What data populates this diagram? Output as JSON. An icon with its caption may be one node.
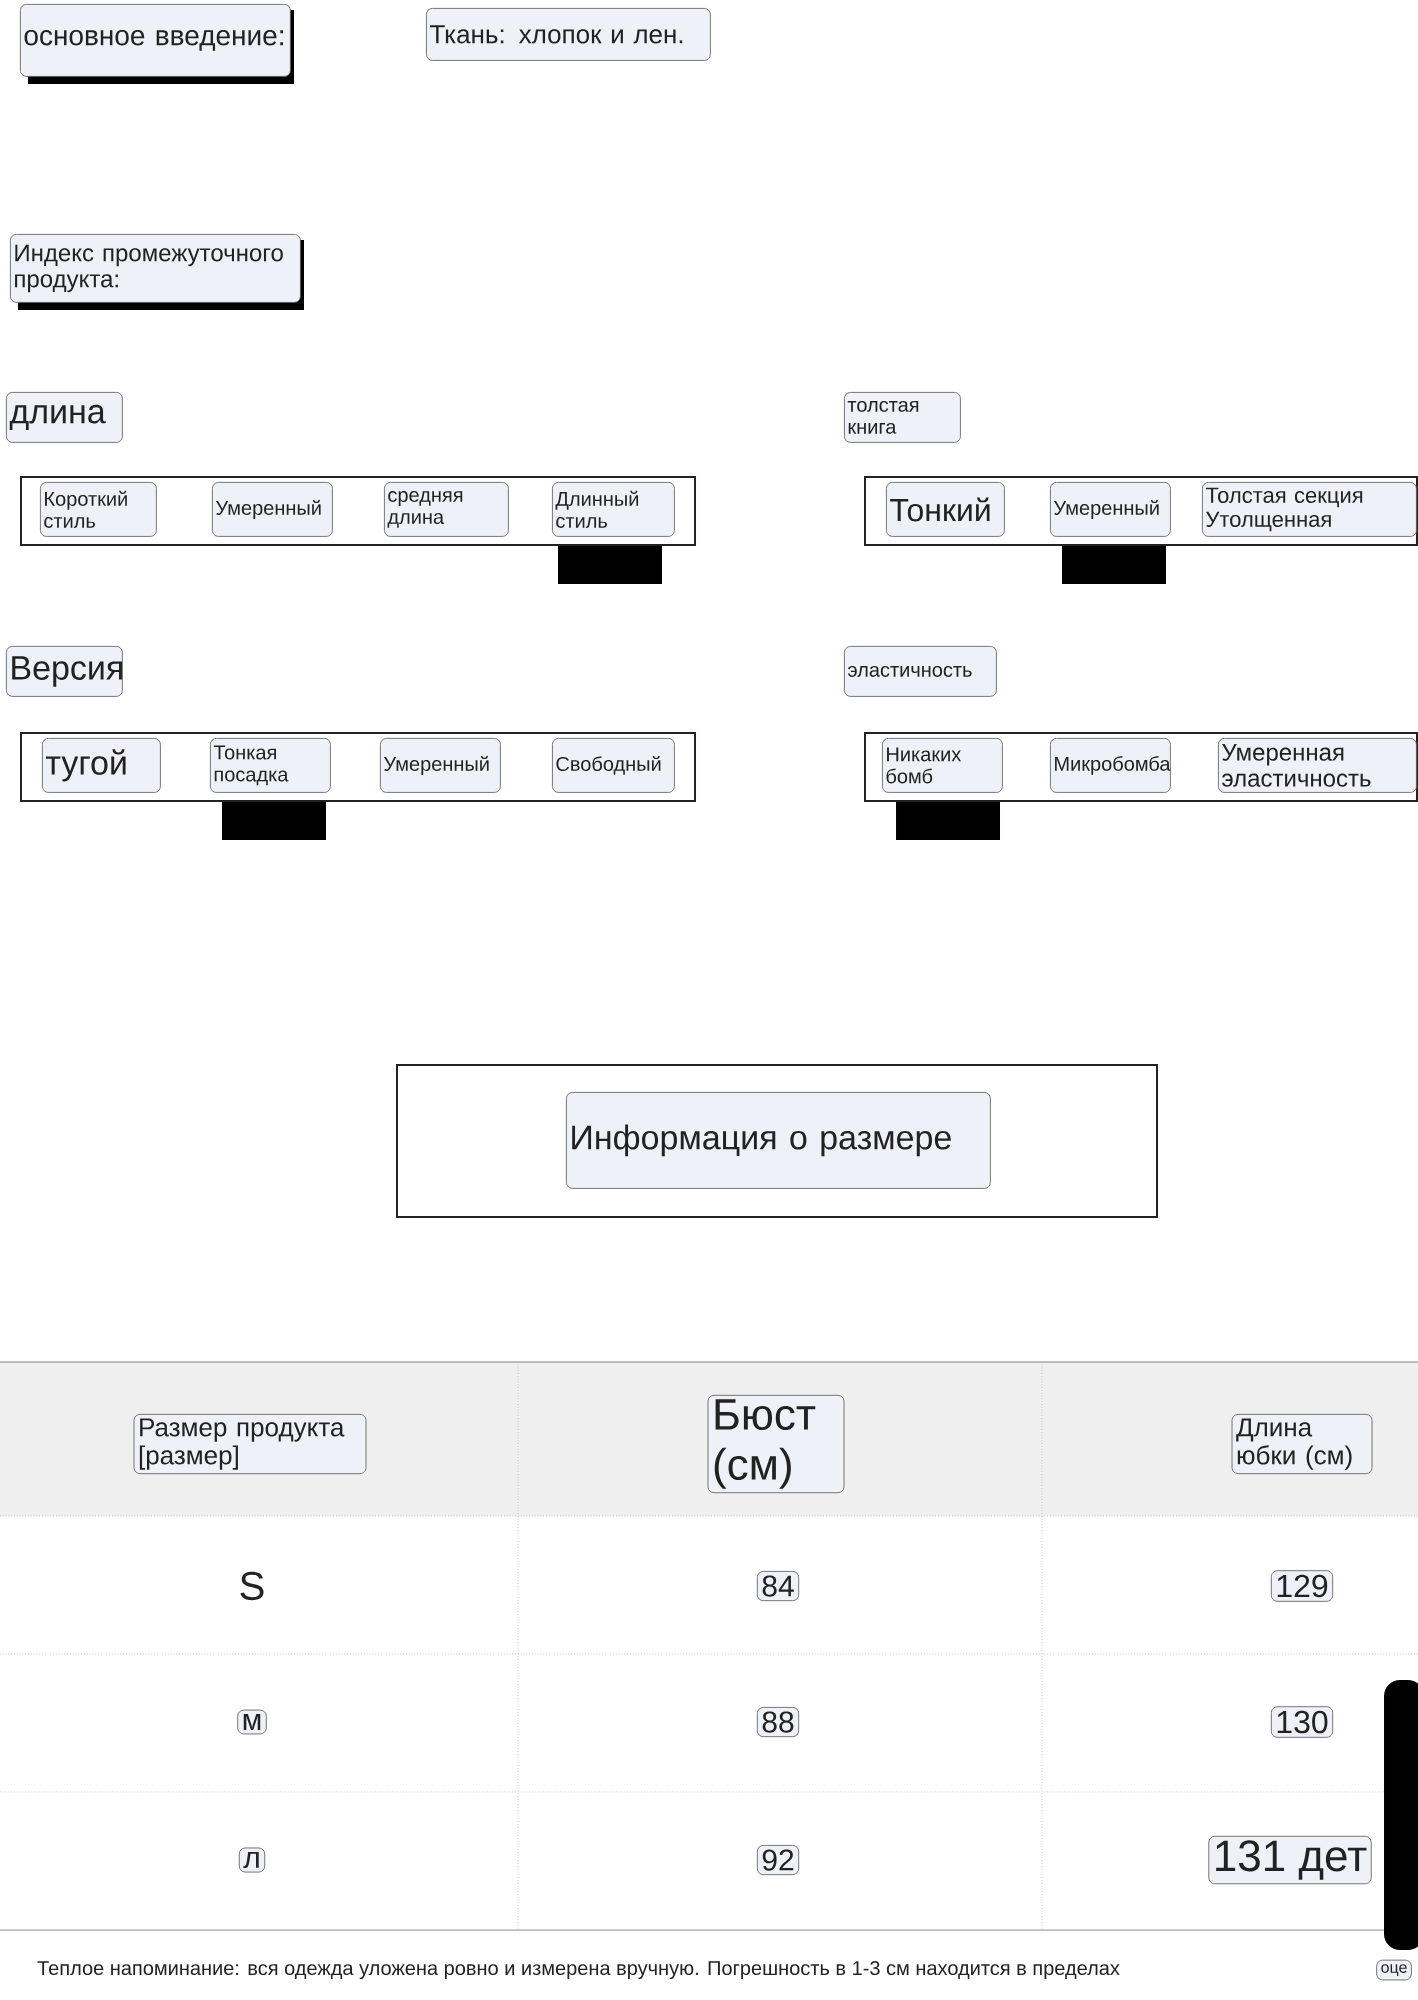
{
  "diagram": {
    "nodes": [
      {
        "text": [
          "основное введение:"
        ]
      },
      {
        "text": [
          "Ткань: хлопок и лен."
        ]
      },
      {
        "text": [
          "Индекс промежуточного продукта:"
        ]
      },
      {
        "text": [
          "длина"
        ]
      },
      {
        "text": [],
        "shape": "box"
      },
      {
        "text": [
          "Короткий стиль"
        ],
        "in": 4
      },
      {
        "text": [
          "Умеренный"
        ],
        "in": 4
      },
      {
        "text": [
          "средняя длина"
        ],
        "in": 4
      },
      {
        "text": [
          "Длинный стиль"
        ],
        "in": 4
      },
      {
        "text": [
          "толстая книга"
        ]
      },
      {
        "text": [],
        "shape": "box"
      },
      {
        "text": [
          "Тонкий"
        ],
        "in": 10
      },
      {
        "text": [
          "Умеренный"
        ],
        "in": 10
      },
      {
        "text": [
          "Толстая секция Утолщенная"
        ],
        "in": 10
      },
      {
        "text": [
          "Версия"
        ]
      },
      {
        "text": [],
        "shape": "box"
      },
      {
        "text": [
          "тугой"
        ],
        "in": 15
      },
      {
        "text": [
          "Тонкая посадка"
        ],
        "in": 15
      },
      {
        "text": [
          "Умеренный"
        ],
        "in": 15
      },
      {
        "text": [
          "Свободный"
        ],
        "in": 15
      },
      {
        "text": [
          "эластичность"
        ]
      },
      {
        "text": [],
        "shape": "box"
      },
      {
        "text": [
          "Никаких бомб"
        ],
        "in": 21
      },
      {
        "text": [
          "Микробомба"
        ],
        "in": 21
      },
      {
        "text": [
          "Умеренная эластичность"
        ],
        "in": 21
      },
      {
        "text": [],
        "shape": "box"
      },
      {
        "text": [
          "Информация о размере"
        ],
        "in": 25
      }
    ],
    "labels": [
      "Размер продукта [размер]",
      "Бюст (см)",
      "Длина юбки (см)",
      "S",
      "84",
      "129",
      "м",
      "88",
      "130",
      "л",
      "92",
      "131 дет",
      "оце",
      "Теплое напоминание: вся одежда уложена ровно и измерена вручную. Погрешность в 1-3 см находится в пределах"
    ]
  }
}
